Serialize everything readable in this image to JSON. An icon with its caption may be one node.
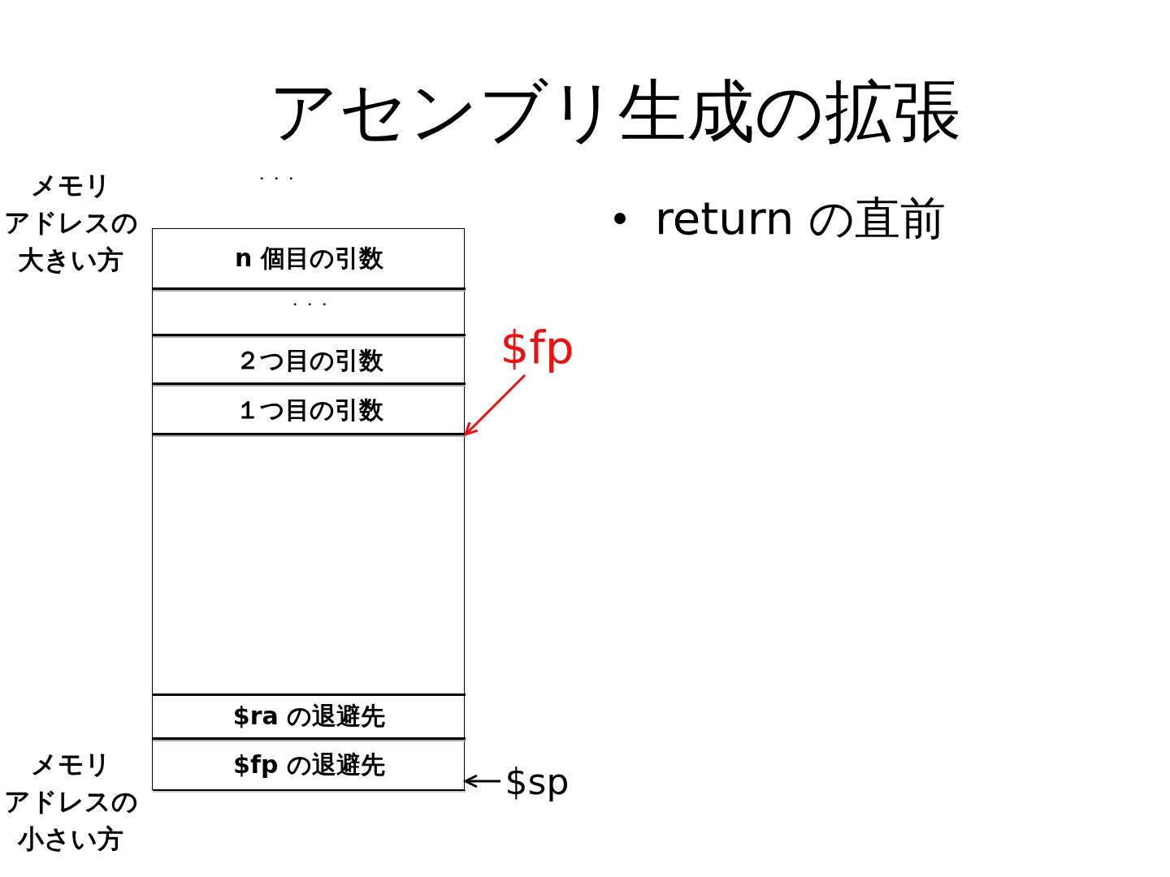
{
  "diagram": {
    "title": "アセンブリ生成の拡張",
    "nodes": [
      {
        "text": [],
        "shape": "box"
      },
      {
        "text": [
          "n 個目の引数"
        ],
        "in": 0
      },
      {
        "text": [
          "・・・"
        ],
        "in": 0
      },
      {
        "text": [
          "２つ目の引数"
        ],
        "in": 0
      },
      {
        "text": [
          "１つ目の引数"
        ],
        "in": 0
      },
      {
        "text": [
          "$ra の退避先"
        ],
        "in": 0
      },
      {
        "text": [
          "$fp の退避先"
        ],
        "in": 0
      },
      {
        "text": [
          "$fp"
        ]
      },
      {
        "text": [
          "$sp"
        ]
      }
    ],
    "edges": [
      {
        "from": 7,
        "to": 4,
        "arrow": "to",
        "color": "#ee1111"
      },
      {
        "from": 8,
        "to": 6,
        "arrow": "to",
        "color": "#000000"
      }
    ],
    "labels": [
      "メモリアドレスの大きい方",
      "・・・",
      "return の直前",
      "メモリアドレスの小さい方"
    ]
  }
}
